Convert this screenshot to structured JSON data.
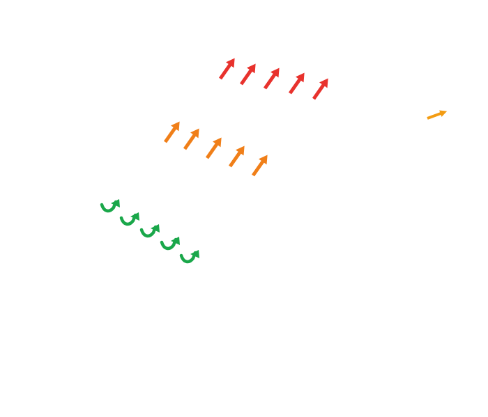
{
  "arrow_groups": [
    {
      "name": "red-arrow-row",
      "color": "#e8322d",
      "shape": "straight-arrow",
      "count": 5
    },
    {
      "name": "orange-arrow-row",
      "color": "#f07f19",
      "shape": "straight-arrow",
      "count": 5
    },
    {
      "name": "green-arrow-row",
      "color": "#1aa74a",
      "shape": "curved-arrow",
      "count": 5
    },
    {
      "name": "single-small-arrow",
      "color": "#f39c12",
      "shape": "small-arrow",
      "count": 1
    }
  ]
}
